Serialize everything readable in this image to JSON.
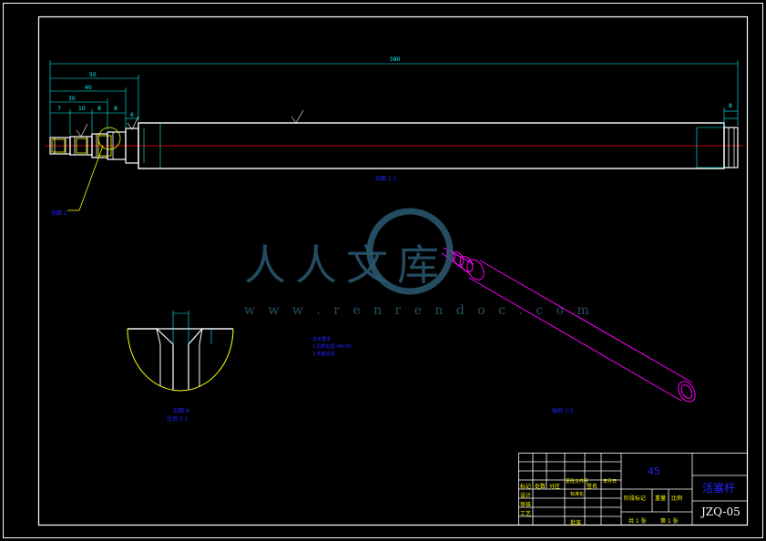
{
  "drawing": {
    "overall_dim": "580",
    "dim_top_left_1": "50",
    "dim_top_left_2": "40",
    "dim_top_left_3": "30",
    "dim_small": [
      "7",
      "10",
      "8",
      "8",
      "6"
    ],
    "dim_right_end": "8",
    "roughness_mark": "√",
    "label_part_main": "剖面 1:1",
    "label_detail_a": "剖面 2",
    "label_section_view": "剖面 A",
    "label_section_scale": "比例 2:1",
    "label_3d_view": "轴测 1:5",
    "tech_notes": [
      "技术要求",
      "1.调质处理 HRC45",
      "2.表面发黑"
    ]
  },
  "watermark": {
    "chinese": "人人文库",
    "url": "w w w . r e n r e n d o c . c o m"
  },
  "title_block": {
    "material": "45",
    "part_name": "活塞杆",
    "drawing_no": "JZQ-05",
    "labels": {
      "mark": "标记",
      "count": "处数",
      "zone": "分区",
      "change_doc": "更改文件号",
      "sign": "签名",
      "date": "年月日",
      "design": "设计",
      "check": "审核",
      "process": "工艺",
      "std": "标准化",
      "approve": "批准",
      "stage": "阶段标记",
      "weight": "重量",
      "scale": "比例",
      "sheets_total": "共 1 张",
      "sheet_no": "第 1 张"
    }
  },
  "colors": {
    "outline": "#ffffff",
    "dimension": "#00ffff",
    "center_line": "#ff0000",
    "text": "#2222ff",
    "iso_view": "#ff00ff",
    "detail": "#ffff00"
  }
}
